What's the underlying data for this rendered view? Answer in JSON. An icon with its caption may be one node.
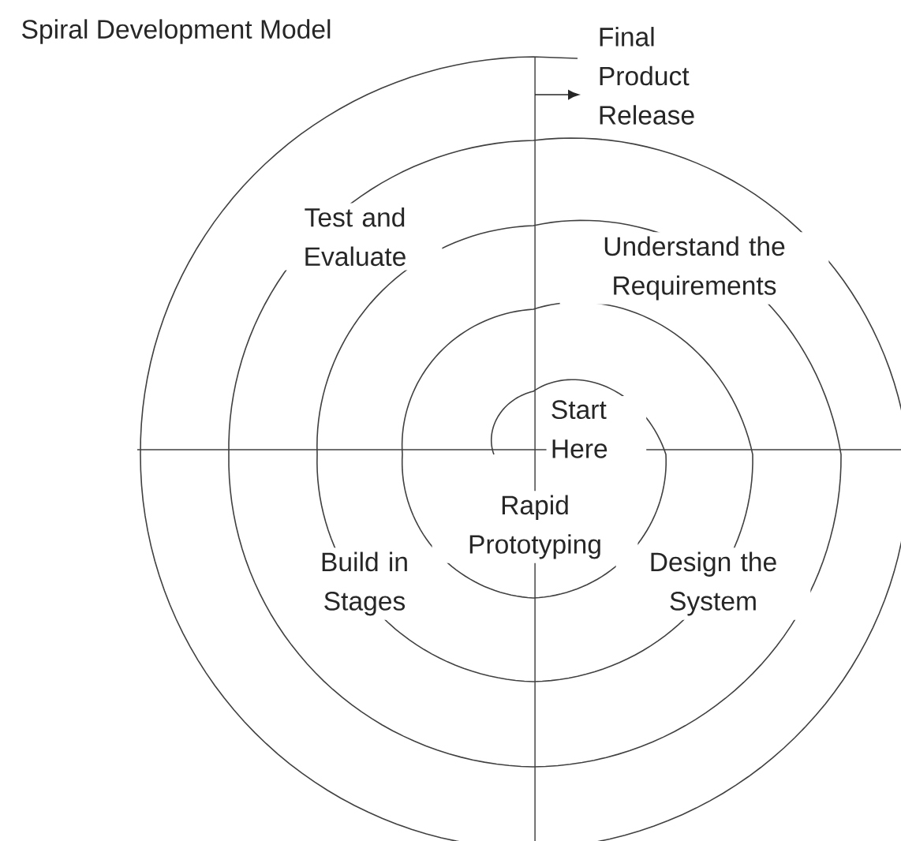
{
  "diagram": {
    "title": "Spiral Development Model",
    "labels": [
      "Final Product Release",
      "Test and Evaluate",
      "Understand the Requirements",
      "Start Here",
      "Rapid Prototyping",
      "Build in Stages",
      "Design the System"
    ]
  }
}
